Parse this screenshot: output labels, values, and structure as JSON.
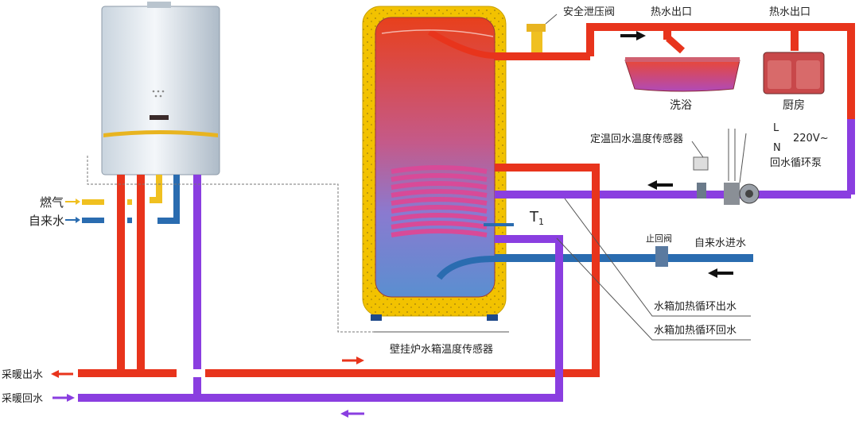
{
  "labels": {
    "safety_valve": "安全泄压阀",
    "hot_outlet_1": "热水出口",
    "hot_outlet_2": "热水出口",
    "bath": "洗浴",
    "kitchen": "厨房",
    "return_sensor": "定温回水温度传感器",
    "L": "L",
    "N": "N",
    "voltage": "220V~",
    "circ_pump": "回水循环泵",
    "gas": "燃气",
    "tap_water_left": "自来水",
    "t1": "T",
    "t1_sub": "1",
    "check_valve": "止回阀",
    "tap_water_in": "自来水进水",
    "tank_heat_out": "水箱加热循环出水",
    "tank_heat_return": "水箱加热循环回水",
    "boiler_tank_sensor": "壁挂炉水箱温度传感器",
    "heating_out": "采暖出水",
    "heating_return": "采暖回水"
  },
  "colors": {
    "hot": "#e8341c",
    "return": "#8a3ee0",
    "cold": "#2a6cb0",
    "gas": "#f0c020",
    "insulation": "#f2c200"
  }
}
